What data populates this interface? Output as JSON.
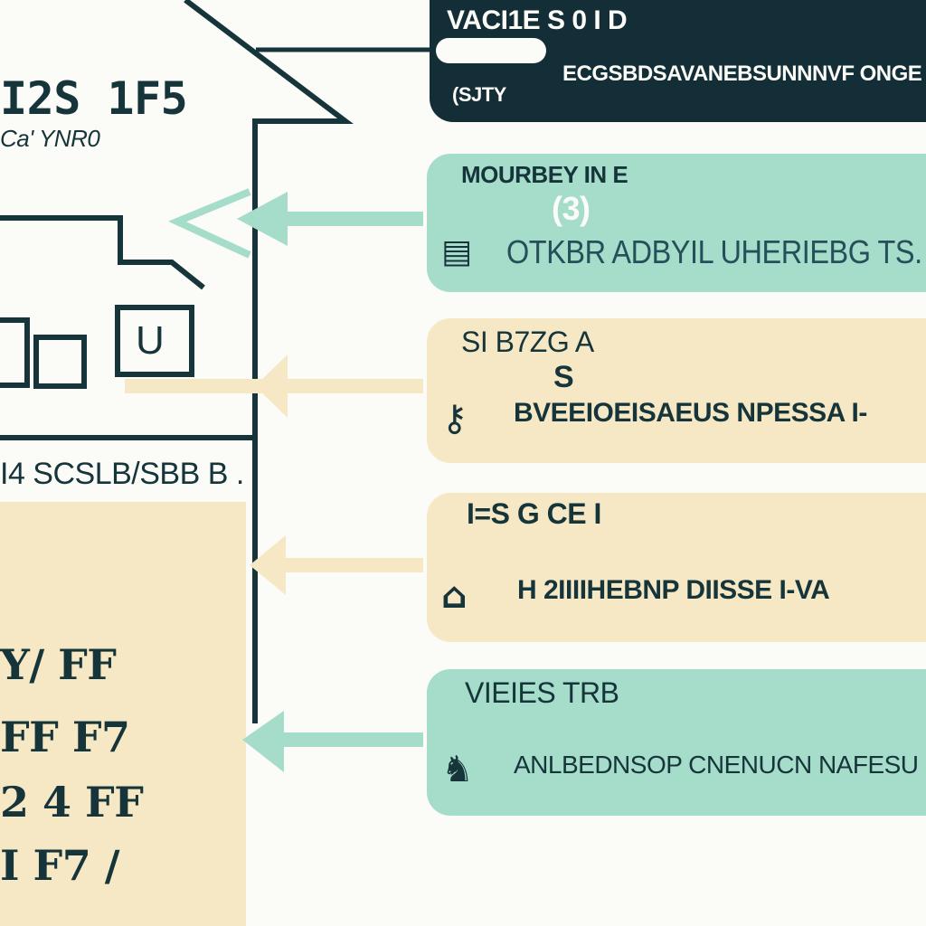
{
  "colors": {
    "background": "#fbfbf8",
    "dark_navy": "#132e36",
    "mint": "#a5dcca",
    "cream": "#f7e8c5",
    "ink": "#16353a"
  },
  "house": {
    "title": "I2S 1F5",
    "subtitle": "Ca' YNR0",
    "door_label": "U",
    "caption": "I4 SCSLB/SBB B ."
  },
  "stats": [
    "Y/ FF",
    "FF F7",
    "2 4 FF",
    "I F7 /"
  ],
  "cards": [
    {
      "title": "VACI1E S 0 I D",
      "badge": "",
      "body": "ECGSBDSAVANEBSUNNNVF ONGE",
      "note": "(SJTY"
    },
    {
      "title": "MOURBEY IN E",
      "badge": "(3)",
      "body": "OTKBR ADBYIL UHERIEBG TS."
    },
    {
      "title": "SI B7ZG A",
      "badge": "S",
      "body": "BVEEIOEISAEUS NPESSA I-"
    },
    {
      "title": "I=S G CE I",
      "badge": "",
      "body": "H 2IIIIHEBNP DIISSE I-VA"
    },
    {
      "title": "VIEIES TRB",
      "badge": "",
      "body": "ANLBEDNSOP CNENUCN NAFESU"
    }
  ],
  "icons": [
    "card-glyph-icon",
    "monitor-icon",
    "key-icon",
    "house-icon",
    "figure-icon"
  ]
}
